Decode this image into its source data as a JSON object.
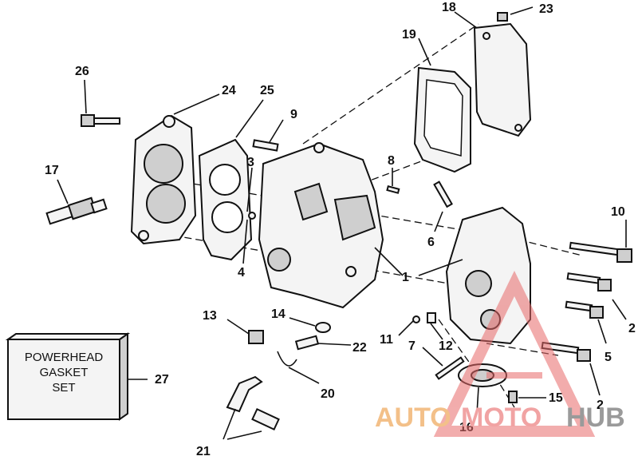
{
  "callouts": {
    "c1": "1",
    "c2a": "2",
    "c2b": "2",
    "c3": "3",
    "c4": "4",
    "c5": "5",
    "c6": "6",
    "c7": "7",
    "c8": "8",
    "c9": "9",
    "c10": "10",
    "c11": "11",
    "c12": "12",
    "c13": "13",
    "c14": "14",
    "c15": "15",
    "c16": "16",
    "c17": "17",
    "c18": "18",
    "c19": "19",
    "c20": "20",
    "c21": "21",
    "c22": "22",
    "c23": "23",
    "c24": "24",
    "c25": "25",
    "c26": "26",
    "c27": "27"
  },
  "gasket_kit": {
    "line1": "POWERHEAD",
    "line2": "GASKET",
    "line3": "SET"
  },
  "watermark": {
    "part1": "AUTO",
    "part2": "MOTO",
    "part3": "HUB",
    "colors": {
      "auto": "#f3c089",
      "moto": "#f1a3a3",
      "hub": "#9a9a9a",
      "triangle": "#e86a6a"
    }
  }
}
